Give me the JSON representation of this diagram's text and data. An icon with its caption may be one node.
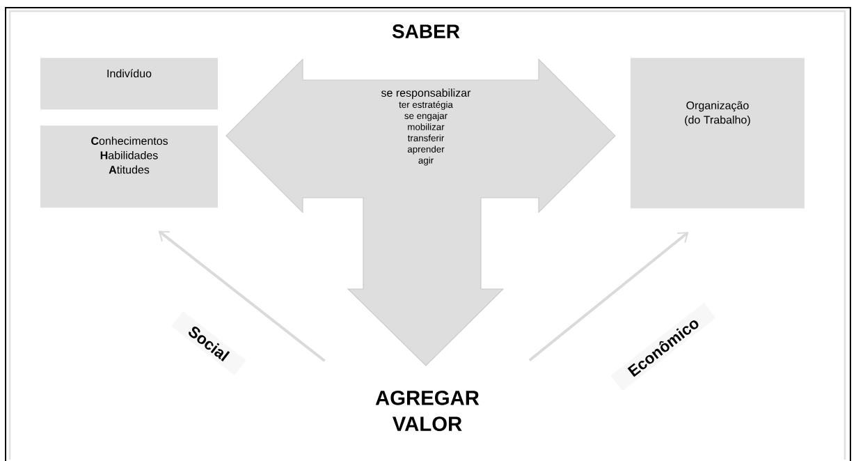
{
  "diagram": {
    "nodes": [
      {
        "text": [
          "Indivíduo"
        ]
      },
      {
        "text": [
          "**C**onhecimentos **H**abilidades **A**titudes"
        ]
      },
      {
        "text": [
          "SABER",
          "se responsabilizar",
          "ter estratégia",
          "se engajar",
          "mobilizar",
          "transferir",
          "aprender",
          "agir"
        ]
      },
      {
        "text": [
          "Organização (do Trabalho)"
        ]
      },
      {
        "text": [
          "AGREGAR VALOR"
        ]
      }
    ],
    "edges": [
      {
        "from": 4,
        "to": 1,
        "arrow": "to",
        "label": "Social"
      },
      {
        "from": 4,
        "to": 3,
        "arrow": "to",
        "label": "Econômico"
      }
    ]
  }
}
